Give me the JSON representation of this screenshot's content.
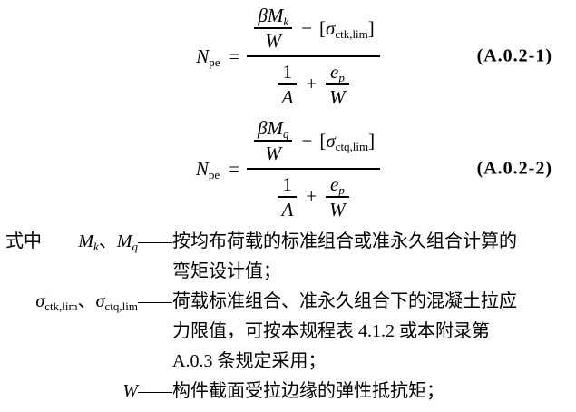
{
  "eq1": {
    "lhs": "N",
    "lhs_sub": "pe",
    "equals": "=",
    "beta": "β",
    "m_var": "M",
    "m_sub": "k",
    "f1_den": "W",
    "minus": "−",
    "lbracket": "[",
    "sigma": "σ",
    "sigma_sub": "ctk,lim",
    "rbracket": "]",
    "one": "1",
    "a_var": "A",
    "plus": "+",
    "e_var": "e",
    "e_sub": "p",
    "w_var": "W",
    "label": "(A.0.2-1)"
  },
  "eq2": {
    "lhs": "N",
    "lhs_sub": "pe",
    "equals": "=",
    "beta": "β",
    "m_var": "M",
    "m_sub": "q",
    "f1_den": "W",
    "minus": "−",
    "lbracket": "[",
    "sigma": "σ",
    "sigma_sub": "ctq,lim",
    "rbracket": "]",
    "one": "1",
    "a_var": "A",
    "plus": "+",
    "e_var": "e",
    "e_sub": "p",
    "w_var": "W",
    "label": "(A.0.2-2)"
  },
  "defs": {
    "lead": "式中",
    "item1": {
      "t1": "M",
      "t1sub": "k",
      "sep": "、",
      "t2": "M",
      "t2sub": "q",
      "dash": "——",
      "desc": "按均布荷载的标准组合或准永久组合计算的弯矩设计值；"
    },
    "item2": {
      "t1": "σ",
      "t1sub": "ctk,lim",
      "sep": "、",
      "t2": "σ",
      "t2sub": "ctq,lim",
      "dash": "——",
      "desc": "荷载标准组合、准永久组合下的混凝土拉应力限值，可按本规程表 4.1.2 或本附录第 A.0.3 条规定采用；"
    },
    "item3": {
      "t1": "W",
      "dash": "——",
      "desc": "构件截面受拉边缘的弹性抵抗矩；"
    }
  }
}
